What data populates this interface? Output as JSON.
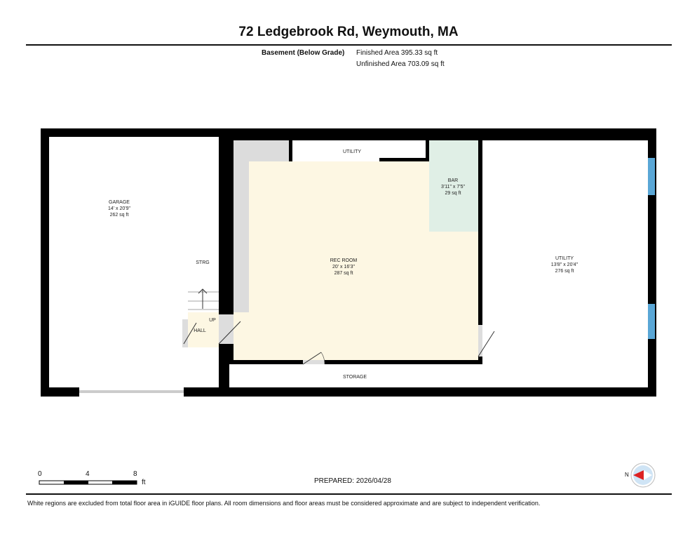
{
  "header": {
    "title": "72 Ledgebrook Rd, Weymouth, MA"
  },
  "summary": {
    "level": "Basement (Below Grade)",
    "finished": "Finished Area 395.33 sq ft",
    "unfinished": "Unfinished Area 703.09 sq ft"
  },
  "rooms": {
    "garage": {
      "name": "GARAGE",
      "dims": "14' x 20'9\"",
      "area": "262 sq ft"
    },
    "rec": {
      "name": "REC ROOM",
      "dims": "20' x 16'3\"",
      "area": "287 sq ft"
    },
    "bar": {
      "name": "BAR",
      "dims": "3'11\" x 7'5\"",
      "area": "29 sq ft"
    },
    "utility": {
      "name": "UTILITY",
      "dims": "13'8\" x 20'4\"",
      "area": "276 sq ft"
    },
    "utility_small": {
      "name": "UTILITY"
    },
    "strg": {
      "name": "STRG"
    },
    "hall": {
      "name": "HALL"
    },
    "up": {
      "name": "UP"
    },
    "storage": {
      "name": "STORAGE"
    }
  },
  "scale": {
    "t0": "0",
    "t4": "4",
    "t8": "8",
    "unit": "ft"
  },
  "prepared": "PREPARED: 2026/04/28",
  "compass": {
    "label": "N"
  },
  "footer": "White regions are excluded from total floor area in iGUIDE floor plans. All room dimensions and floor areas must be considered approximate and are subject to independent verification.",
  "colors": {
    "finished": "#fdf7e3",
    "bar": "#e0efe6",
    "wall": "#000000",
    "gray": "#dcdcdc",
    "window": "#5aa7d6"
  }
}
